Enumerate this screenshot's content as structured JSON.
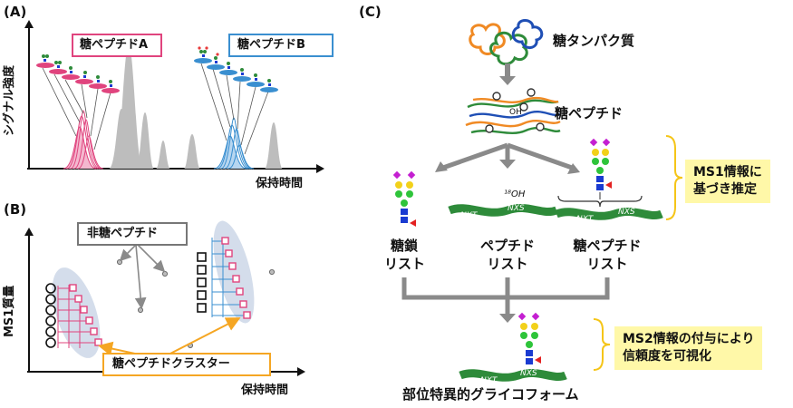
{
  "panelA": {
    "letter": "(A)",
    "y_axis": "シグナル強度",
    "x_axis": "保持時間",
    "box_a": "糖ペプチドA",
    "box_b": "糖ペプチドB"
  },
  "panelB": {
    "letter": "(B)",
    "y_axis": "MS1質量",
    "x_axis": "保持時間",
    "non_glyco": "非糖ペプチド",
    "cluster": "糖ペプチドクラスター"
  },
  "panelC": {
    "letter": "(C)",
    "glycoprotein": "糖タンパク質",
    "glycopeptide": "糖ペプチド",
    "glycan_list": [
      "糖鎖",
      "リスト"
    ],
    "peptide_list": [
      "ペプチド",
      "リスト"
    ],
    "glycopeptide_list": [
      "糖ペプチド",
      "リスト"
    ],
    "note_ms1": [
      "MS1情報に",
      "基づき推定"
    ],
    "note_ms2": [
      "MS2情報の付与により",
      "信頼度を可視化"
    ],
    "result": "部位特異的グライコフォーム",
    "oh_label": "¹⁸OH",
    "nxt": "NXT",
    "nxs": "NXS"
  },
  "colors": {
    "pink": "#e0447e",
    "blue": "#3a8fd0",
    "orange": "#f5a623",
    "green": "#2e8b3a",
    "gray": "#8a8a8a"
  }
}
